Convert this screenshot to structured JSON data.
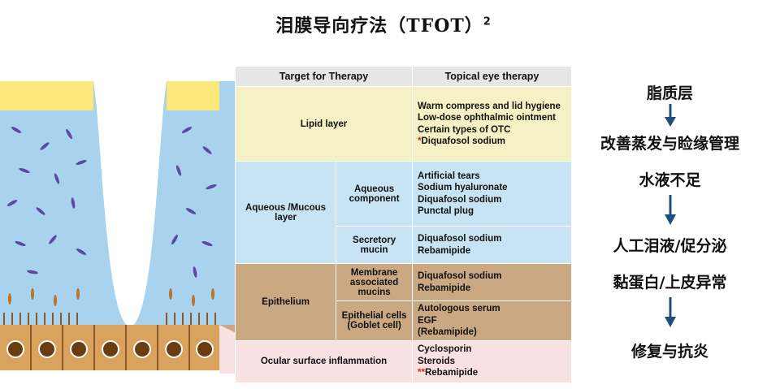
{
  "title": {
    "text": "泪膜导向疗法（TFOT）",
    "sup": "2"
  },
  "table": {
    "headers": [
      "Target for Therapy",
      "Topical eye therapy"
    ],
    "lipid": {
      "label": "Lipid layer",
      "drugs": [
        "Warm compress and lid hygiene",
        "Low-dose ophthalmic ointment",
        "Certain types of OTC"
      ],
      "red_mark": "*",
      "red_drug": "Diquafosol sodium"
    },
    "aqueous": {
      "label": "Aqueous /Mucous layer",
      "aqueous_component": {
        "label": "Aqueous component",
        "drugs": [
          "Artificial tears",
          "Sodium hyaluronate",
          "Diquafosol sodium",
          "Punctal plug"
        ]
      },
      "secretory_mucin": {
        "label": "Secretory mucin",
        "drugs": [
          "Diquafosol sodium",
          "Rebamipide"
        ]
      }
    },
    "epithelium": {
      "label": "Epithelium",
      "membrane": {
        "label": "Membrane associated mucins",
        "drugs": [
          "Diquafosol sodium",
          "Rebamipide"
        ]
      },
      "epithelial": {
        "label": "Epithelial cells (Goblet cell)",
        "drugs": [
          "Autologous serum",
          "EGF",
          "(Rebamipide)"
        ]
      }
    },
    "inflammation": {
      "label": "Ocular surface inflammation",
      "drugs": [
        "Cyclosporin",
        "Steroids"
      ],
      "red_mark": "**",
      "red_drug": "Rebamipide"
    }
  },
  "flow": {
    "lipid": "脂质层",
    "lipid_action": "改善蒸发与睑缘管理",
    "aqueous": "水液不足",
    "aqueous_action": "人工泪液/促分泌",
    "mucin": "黏蛋白/上皮异常",
    "mucin_action": "修复与抗炎"
  },
  "colors": {
    "lipid": "#f6f1c4",
    "aqueous": "#c8e3f4",
    "epithelium": "#caa882",
    "inflammation": "#f7e1e1",
    "arrow": "#1f4e79",
    "red": "#dd2222"
  }
}
